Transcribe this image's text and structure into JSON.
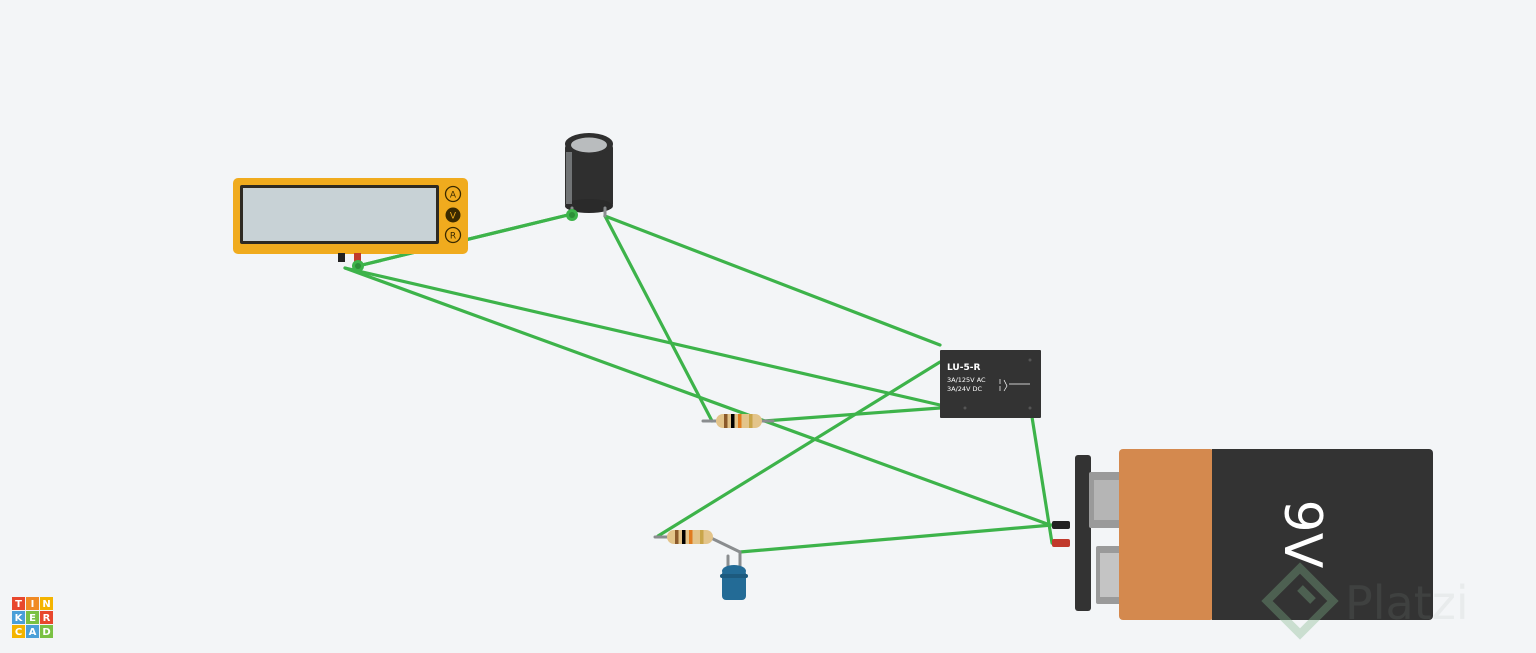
{
  "app": {
    "logo_letters": [
      "T",
      "I",
      "N",
      "K",
      "E",
      "R",
      "C",
      "A",
      "D"
    ],
    "logo_colors": [
      "#e8472d",
      "#f08a24",
      "#f4b400",
      "#4a9fd8",
      "#7ac143",
      "#e8472d",
      "#f4b400",
      "#4a9fd8",
      "#7ac143"
    ]
  },
  "components": {
    "multimeter": {
      "modes": [
        "A",
        "V",
        "R"
      ],
      "colors": {
        "body": "#f0ab1e",
        "display": "#c8d2d6"
      }
    },
    "relay": {
      "model": "LU-5-R",
      "rating_ac": "3A/125V AC",
      "rating_dc": "3A/24V  DC"
    },
    "battery": {
      "label": "9V",
      "colors": {
        "terminal_end": "#d4894e",
        "body": "#333333"
      }
    },
    "capacitor": {
      "type": "electrolytic"
    },
    "led": {
      "color": "#236b96"
    },
    "resistors": [
      {
        "id": "R1",
        "bands": [
          "#8b5a2b",
          "#000000",
          "#e07b1f",
          "#c9a54a"
        ]
      },
      {
        "id": "R2",
        "bands": [
          "#8b5a2b",
          "#000000",
          "#e07b1f",
          "#c9a54a"
        ]
      }
    ]
  },
  "wire_color": "#3db34a",
  "watermark": {
    "text": "Platzi"
  }
}
